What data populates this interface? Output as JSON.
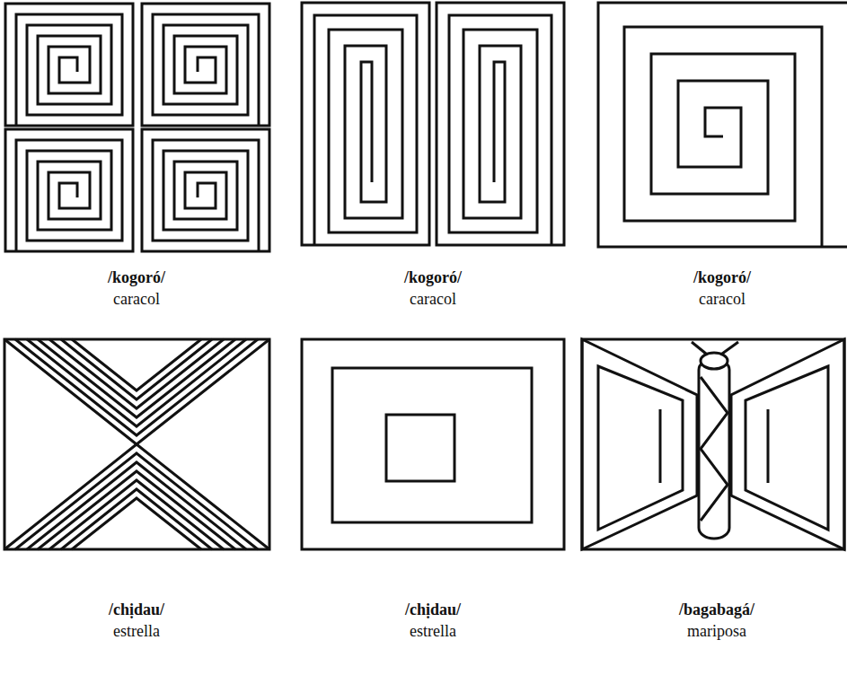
{
  "diagram": {
    "labels": [
      "/kogoró/",
      "caracol",
      "/kogoró/",
      "caracol",
      "/kogoró/",
      "caracol",
      "/chịdau/",
      "estrella",
      "/chịdau/",
      "estrella",
      "/bagabagá/",
      "mariposa"
    ]
  }
}
